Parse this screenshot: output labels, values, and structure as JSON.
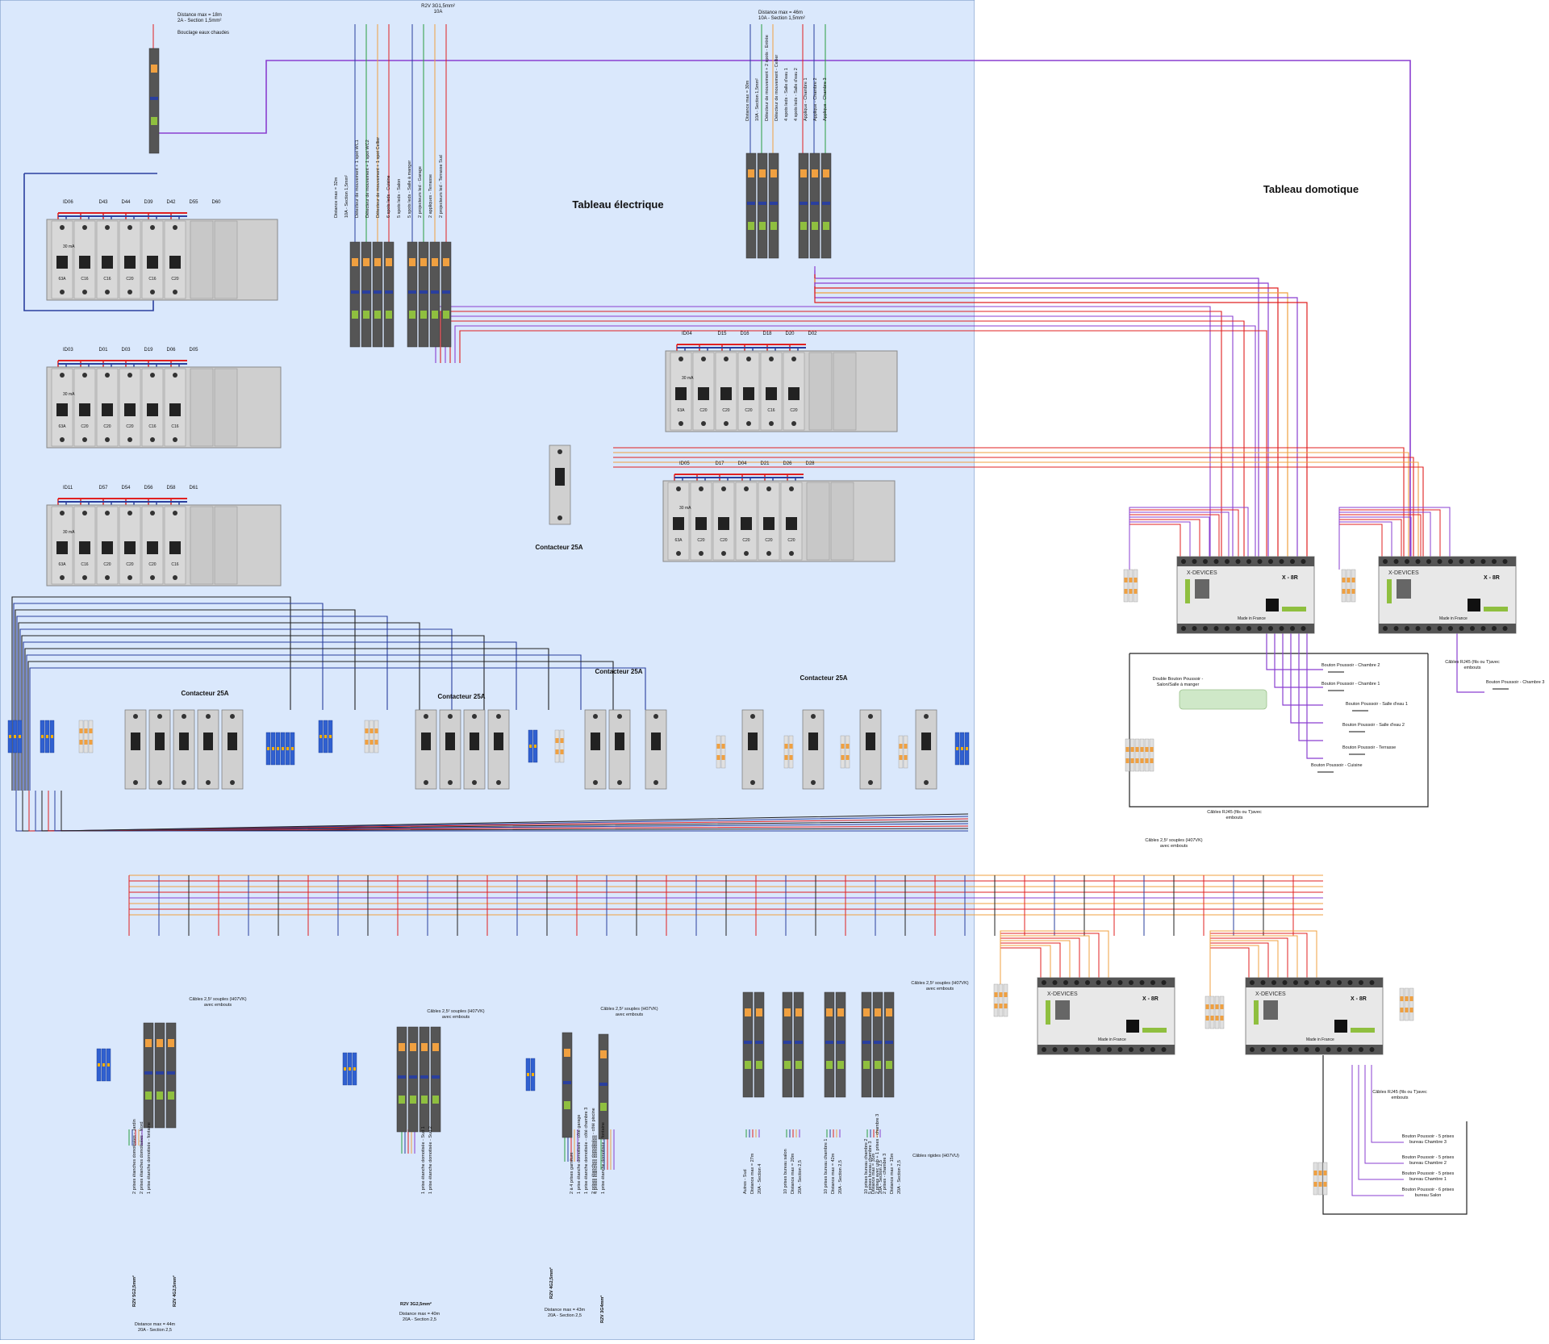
{
  "panels": {
    "electrical_title": "Tableau électrique",
    "domotic_title": "Tableau domotique"
  },
  "colors": {
    "electrical_bg": "#dae8fc",
    "domotic_bg": "#ffffff",
    "phase": "#e02020",
    "neutral": "#2a3f9e",
    "cable_black": "#222222",
    "cable_orange": "#f0a040",
    "cable_purple": "#8a3fd0",
    "breaker_body": "#cfcfcf",
    "module_green": "#8fbf3f"
  },
  "top_notes": {
    "boucle": [
      "Distance max = 18m",
      "2A - Section 1,5mm²",
      "Bouclage eaux chaudes"
    ],
    "top_supply": [
      "R2V 3G1,5mm²",
      "10A"
    ],
    "right_top": [
      "Distance max = 46m",
      "10A - Section 1,5mm²"
    ]
  },
  "rotated_notes": {
    "left": [
      "Distance max = 32m",
      "10A - Section 1,5mm²",
      "Détecteur de mouvement + 1 spot WC1",
      "Détecteur de mouvement + 1 spot WC2",
      "Détecteur de mouvement + 1 spot Cellier",
      "6 spots leds - Cuisine",
      "5 spots leds - Salon",
      "5 spots leds - Salle à manger",
      "2 projecteurs led - Garage",
      "2 appliques - Terrasse",
      "2 projecteurs led - Terrasse Sud"
    ],
    "right": [
      "Distance max = 30m",
      "10A - Section 1,5mm²",
      "Détecteur de mouvement + 2 spots - Entrée",
      "Détecteur de mouvement - Cellier",
      "4 spots leds - Salle d'eau 1",
      "4 spots leds - Salle d'eau 2",
      "Applique - Chambre 1",
      "Applique - Chambre 2",
      "Applique - Chambre 3"
    ]
  },
  "breaker_rows": [
    {
      "id": "ID06",
      "labels": [
        "D43",
        "D44",
        "D39",
        "D42",
        "D55",
        "D60"
      ],
      "ratings": [
        "63A",
        "C16",
        "C16",
        "C20",
        "C16",
        "C20"
      ]
    },
    {
      "id": "ID03",
      "labels": [
        "D01",
        "D03",
        "D19",
        "D06",
        "D05"
      ],
      "ratings": [
        "63A",
        "C20",
        "C20",
        "C20",
        "C16",
        "C16"
      ]
    },
    {
      "id": "ID11",
      "labels": [
        "D57",
        "D54",
        "D56",
        "D58",
        "D61"
      ],
      "ratings": [
        "63A",
        "C16",
        "C20",
        "C20",
        "C20",
        "C16"
      ]
    },
    {
      "id": "ID04",
      "labels": [
        "D15",
        "D16",
        "D18",
        "D20",
        "D02"
      ],
      "ratings": [
        "63A",
        "C20",
        "C20",
        "C20",
        "C16",
        "C20"
      ]
    },
    {
      "id": "ID05",
      "labels": [
        "D17",
        "D04",
        "D21",
        "D26",
        "D28"
      ],
      "ratings": [
        "63A",
        "C20",
        "C20",
        "C20",
        "C20",
        "C20"
      ]
    }
  ],
  "breaker_rating_label": "30 mA",
  "contactor_label": "Contacteur 25A",
  "xdevice": {
    "brand": "X-DEVICES",
    "model": "X - 8R",
    "made": "Made in France"
  },
  "push_buttons": [
    "Bouton Poussoir - Chambre 2",
    "Bouton Poussoir - Chambre 1",
    "Bouton Poussoir - Salle d'eau 1",
    "Bouton Poussoir - Salle d'eau 2",
    "Bouton Poussoir - Terrasse",
    "Bouton Poussoir - Cuisine",
    "Bouton Poussoir - Chambre 3"
  ],
  "double_button": [
    "Double Bouton Poussoir -",
    "Salon/Salle à manger"
  ],
  "rj45_notes": [
    [
      "Câbles RJ45 (fils ou T)avec",
      "embouts"
    ],
    [
      "Câbles RJ45 (fils ou T)avec",
      "embouts"
    ],
    [
      "Câbles RJ45 (fils ou T)avec",
      "embouts"
    ]
  ],
  "h07vk_notes": [
    [
      "Câbles 2,5² souples (H07VK)",
      "avec embouts"
    ],
    [
      "Câbles 2,5² souples (H07VK)",
      "avec embouts"
    ],
    [
      "Câbles 2,5² souples (H07VK)",
      "avec embouts"
    ],
    [
      "Câbles 2,5² souples (H07VK)",
      "avec embouts"
    ],
    [
      "Câbles 2,5² souples (H07VK)",
      "avec embouts"
    ]
  ],
  "rigid_note": "Câbles rigides (H07VU)",
  "bottom_right_buttons": [
    [
      "Bouton Poussoir - 5 prises",
      "bureau Chambre 3"
    ],
    [
      "Bouton Poussoir - 5 prises",
      "bureau Chambre 2"
    ],
    [
      "Bouton Poussoir - 5 prises",
      "bureau Chambre 1"
    ],
    [
      "Bouton Poussoir - 6 prises",
      "bureau Salon"
    ]
  ],
  "bottom_circuits": [
    {
      "lines": [
        "2 prises étanches domotisées - Jardin",
        "2 prises étanches domotisées - Nord",
        "1 prise étanche domotisée - fontaine"
      ],
      "cable": "R2V 5G2,5mm²",
      "dist": [
        "Distance max = 44m",
        "20A - Section 2,5"
      ]
    },
    {
      "lines": [
        "1 prise étanche domotisée - Sud 1",
        "1 prise étanche domotisée - Sud 2"
      ],
      "cable": "R2V 4G2,5mm²",
      "dist": []
    },
    {
      "lines": [
        "2 à 4 prises garniture",
        "1 prise étanche domotisée - côté garage",
        "1 prise étanche domotisée - côté chambre 3",
        "2 prises étanches domotisées - côté piscine"
      ],
      "cable": "R2V 3G2,5mm²",
      "dist": [
        "Distance max = 40m",
        "20A - Section 2,5"
      ]
    },
    {
      "lines": [
        "4 prises étanches domotisées",
        "1 prise étanche domotisée - fontaine"
      ],
      "cable": "R2V 4G2,5mm²",
      "dist": [
        "Distance max = 43m",
        "20A - Section 2,5"
      ]
    },
    {
      "lines": [
        "Autres - Sud",
        "Distance max = 27m",
        "20A - Section 4"
      ],
      "cable": "R2V 3G4mm²",
      "dist": []
    },
    {
      "lines": [
        "10 prises bureau salon",
        "Distance max = 20m",
        "20A - Section 2,5"
      ],
      "cable": "",
      "dist": []
    },
    {
      "lines": [
        "10 prises bureau chambre 1",
        "Distance max = 42m",
        "20A - Section 2,5"
      ],
      "cable": "",
      "dist": []
    },
    {
      "lines": [
        "10 prises bureau chambre 2",
        "Distance max = 35m",
        "20A - Section 2,5"
      ],
      "cable": "",
      "dist": []
    },
    {
      "lines": [
        "5 prises bureau chambre 3",
        "2 prises avec usb + 1 prises - chambre 3",
        "2 prises - chambre 3",
        "Distance max = 15m",
        "20A - Section 2,5"
      ],
      "cable": "",
      "dist": []
    }
  ]
}
